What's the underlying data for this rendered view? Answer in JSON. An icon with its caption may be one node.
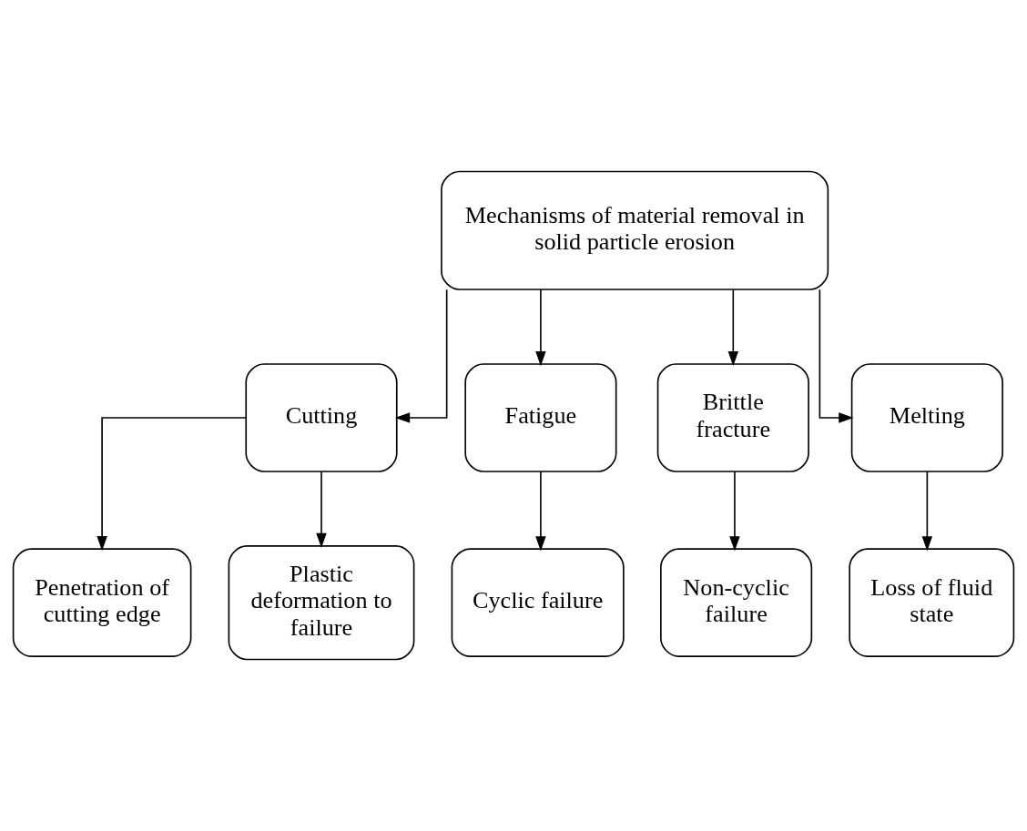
{
  "diagram": {
    "nodes": [
      {
        "text": [
          "Mechanisms of material removal in solid particle erosion"
        ]
      },
      {
        "text": [
          "Cutting"
        ]
      },
      {
        "text": [
          "Fatigue"
        ]
      },
      {
        "text": [
          "Brittle fracture"
        ]
      },
      {
        "text": [
          "Melting"
        ]
      },
      {
        "text": [
          "Penetration of cutting edge"
        ]
      },
      {
        "text": [
          "Plastic deformation to failure"
        ]
      },
      {
        "text": [
          "Cyclic failure"
        ]
      },
      {
        "text": [
          "Non-cyclic failure"
        ]
      },
      {
        "text": [
          "Loss of fluid state"
        ]
      }
    ],
    "edges": [
      {
        "from": 0,
        "to": 1,
        "arrow": "to"
      },
      {
        "from": 0,
        "to": 2,
        "arrow": "to"
      },
      {
        "from": 0,
        "to": 3,
        "arrow": "to"
      },
      {
        "from": 0,
        "to": 4,
        "arrow": "to"
      },
      {
        "from": 1,
        "to": 5,
        "arrow": "to"
      },
      {
        "from": 1,
        "to": 6,
        "arrow": "to"
      },
      {
        "from": 2,
        "to": 7,
        "arrow": "to"
      },
      {
        "from": 3,
        "to": 8,
        "arrow": "to"
      },
      {
        "from": 4,
        "to": 9,
        "arrow": "to"
      }
    ]
  }
}
